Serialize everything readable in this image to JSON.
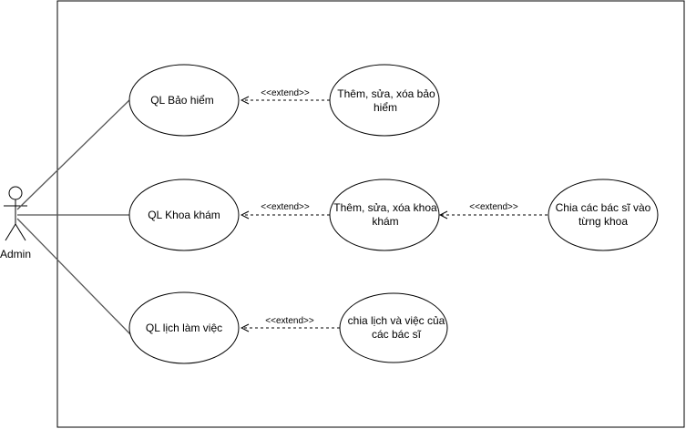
{
  "diagram": {
    "actor": {
      "name": "Admin"
    },
    "use_cases": [
      {
        "id": "uc_bao_hiem",
        "lines": [
          "QL Bảo hiểm"
        ]
      },
      {
        "id": "uc_khoa_kham",
        "lines": [
          "QL Khoa khám"
        ]
      },
      {
        "id": "uc_lich",
        "lines": [
          "QL lịch làm việc"
        ]
      },
      {
        "id": "uc_them_bh",
        "lines": [
          "Thêm, sửa, xóa bảo",
          "hiểm"
        ]
      },
      {
        "id": "uc_them_kk",
        "lines": [
          "Thêm, sửa, xóa khoa",
          "khám"
        ]
      },
      {
        "id": "uc_chia_bs",
        "lines": [
          "Chia các bác sĩ vào",
          "từng khoa"
        ]
      },
      {
        "id": "uc_chia_lich",
        "lines": [
          "chia lịch và việc của",
          "các bác sĩ"
        ]
      }
    ],
    "relations": [
      {
        "from": "uc_them_bh",
        "to": "uc_bao_hiem",
        "label": "<<extend>>"
      },
      {
        "from": "uc_them_kk",
        "to": "uc_khoa_kham",
        "label": "<<extend>>"
      },
      {
        "from": "uc_chia_bs",
        "to": "uc_them_kk",
        "label": "<<extend>>"
      },
      {
        "from": "uc_chia_lich",
        "to": "uc_lich",
        "label": "<<extend>>"
      }
    ]
  }
}
